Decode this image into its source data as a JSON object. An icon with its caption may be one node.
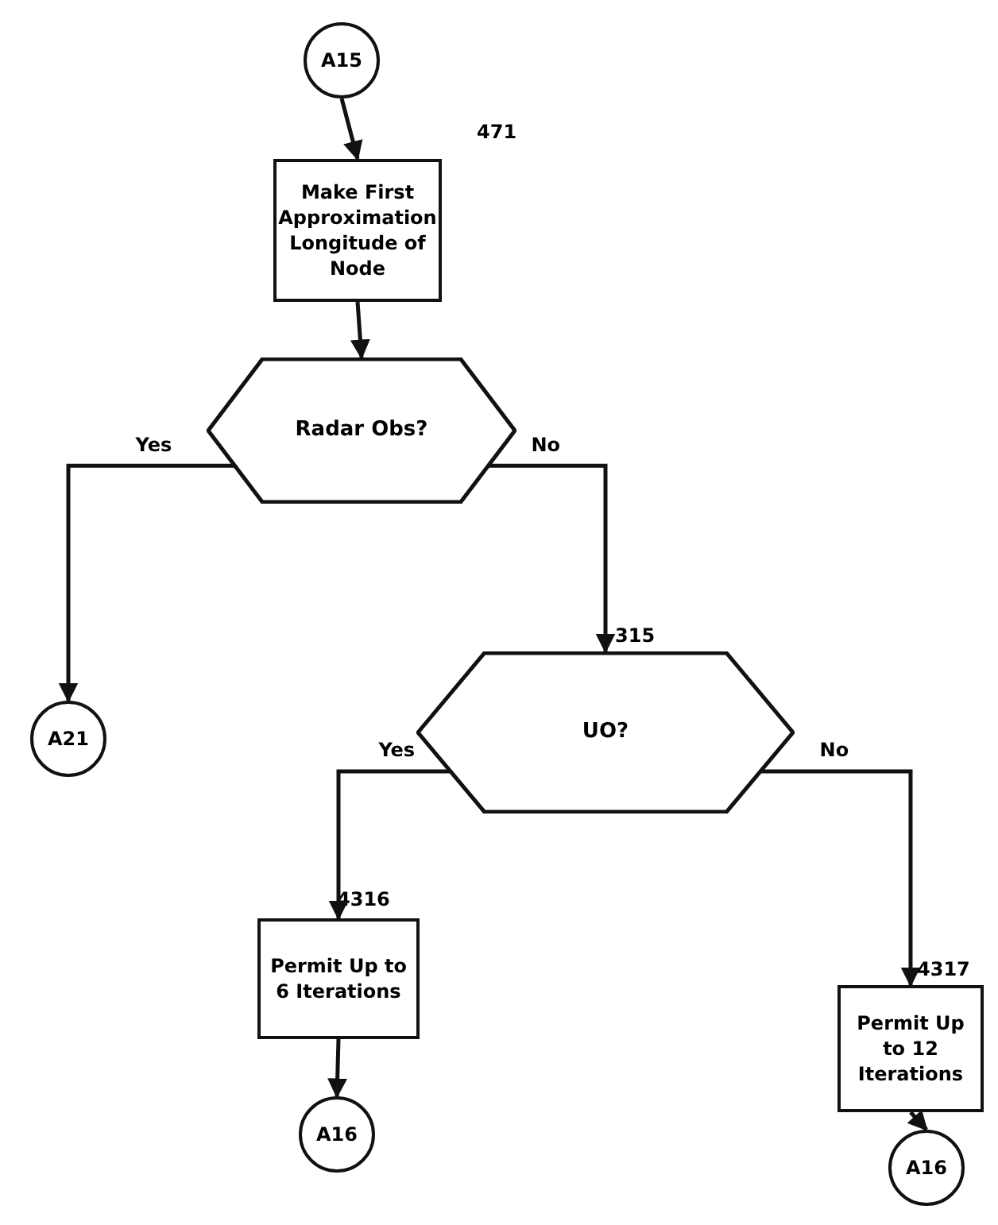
{
  "diagram": {
    "nodes": [
      {
        "text": [
          "A15"
        ]
      },
      {
        "text": [
          "Make First Approximation Longitude of Node"
        ],
        "beside": [
          "471"
        ]
      },
      {
        "text": [
          "Radar Obs?"
        ]
      },
      {
        "text": [
          "A21"
        ]
      },
      {
        "text": [
          "UO?"
        ],
        "beside": [
          "315"
        ]
      },
      {
        "text": [
          "Permit Up to 6 Iterations"
        ],
        "beside": [
          "4316"
        ]
      },
      {
        "text": [
          "Permit Up to 12 Iterations"
        ],
        "beside": [
          "4317"
        ]
      },
      {
        "text": [
          "A16"
        ]
      },
      {
        "text": [
          "A16"
        ]
      }
    ],
    "edges": [
      {
        "from": 0,
        "to": 1,
        "arrow": "to"
      },
      {
        "from": 1,
        "to": 2,
        "arrow": "to"
      },
      {
        "from": 2,
        "to": 3,
        "arrow": "to",
        "label": "Yes"
      },
      {
        "from": 2,
        "to": 4,
        "arrow": "to",
        "label": "No"
      },
      {
        "from": 4,
        "to": 5,
        "arrow": "to",
        "label": "Yes"
      },
      {
        "from": 4,
        "to": 6,
        "arrow": "to",
        "label": "No"
      },
      {
        "from": 5,
        "to": 7,
        "arrow": "to"
      },
      {
        "from": 6,
        "to": 8,
        "arrow": "to"
      }
    ]
  }
}
